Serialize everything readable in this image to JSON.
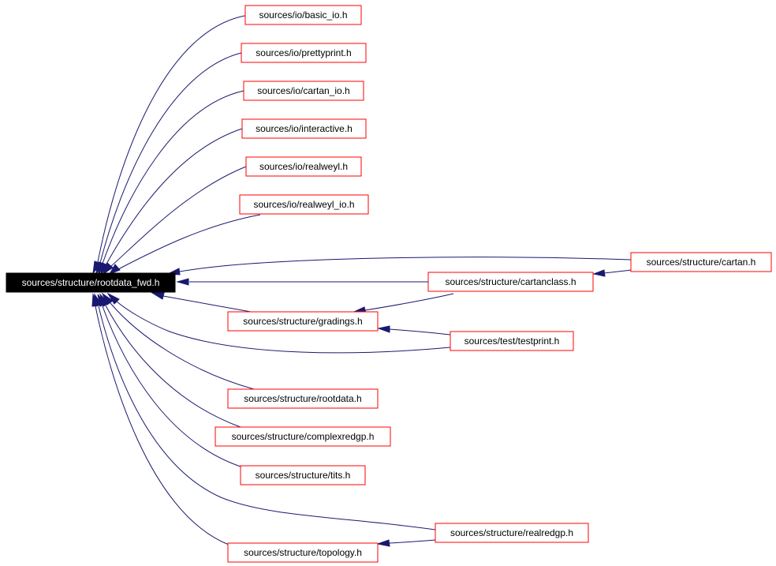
{
  "graph": {
    "root": "sources/structure/rootdata_fwd.h",
    "nodes": [
      {
        "id": "root",
        "label": "sources/structure/rootdata_fwd.h",
        "root": true
      },
      {
        "id": "basic_io",
        "label": "sources/io/basic_io.h"
      },
      {
        "id": "prettyprint",
        "label": "sources/io/prettyprint.h"
      },
      {
        "id": "cartan_io",
        "label": "sources/io/cartan_io.h"
      },
      {
        "id": "interactive",
        "label": "sources/io/interactive.h"
      },
      {
        "id": "realweyl",
        "label": "sources/io/realweyl.h"
      },
      {
        "id": "realweyl_io",
        "label": "sources/io/realweyl_io.h"
      },
      {
        "id": "cartan",
        "label": "sources/structure/cartan.h"
      },
      {
        "id": "cartanclass",
        "label": "sources/structure/cartanclass.h"
      },
      {
        "id": "gradings",
        "label": "sources/structure/gradings.h"
      },
      {
        "id": "testprint",
        "label": "sources/test/testprint.h"
      },
      {
        "id": "rootdata",
        "label": "sources/structure/rootdata.h"
      },
      {
        "id": "complexredgp",
        "label": "sources/structure/complexredgp.h"
      },
      {
        "id": "tits",
        "label": "sources/structure/tits.h"
      },
      {
        "id": "realredgp",
        "label": "sources/structure/realredgp.h"
      },
      {
        "id": "topology",
        "label": "sources/structure/topology.h"
      }
    ],
    "edges": [
      {
        "from": "basic_io",
        "to": "root"
      },
      {
        "from": "prettyprint",
        "to": "root"
      },
      {
        "from": "cartan_io",
        "to": "root"
      },
      {
        "from": "interactive",
        "to": "root"
      },
      {
        "from": "realweyl",
        "to": "root"
      },
      {
        "from": "realweyl_io",
        "to": "root"
      },
      {
        "from": "cartan",
        "to": "root"
      },
      {
        "from": "cartan",
        "to": "cartanclass"
      },
      {
        "from": "cartanclass",
        "to": "root"
      },
      {
        "from": "cartanclass",
        "to": "gradings"
      },
      {
        "from": "gradings",
        "to": "root"
      },
      {
        "from": "testprint",
        "to": "gradings"
      },
      {
        "from": "testprint",
        "to": "root"
      },
      {
        "from": "rootdata",
        "to": "root"
      },
      {
        "from": "complexredgp",
        "to": "root"
      },
      {
        "from": "tits",
        "to": "root"
      },
      {
        "from": "realredgp",
        "to": "root"
      },
      {
        "from": "realredgp",
        "to": "topology"
      },
      {
        "from": "topology",
        "to": "root"
      }
    ],
    "colors": {
      "edge": "#191970",
      "node_border": "#ff0000",
      "root_fill": "#000000",
      "root_text": "#ffffff"
    }
  }
}
